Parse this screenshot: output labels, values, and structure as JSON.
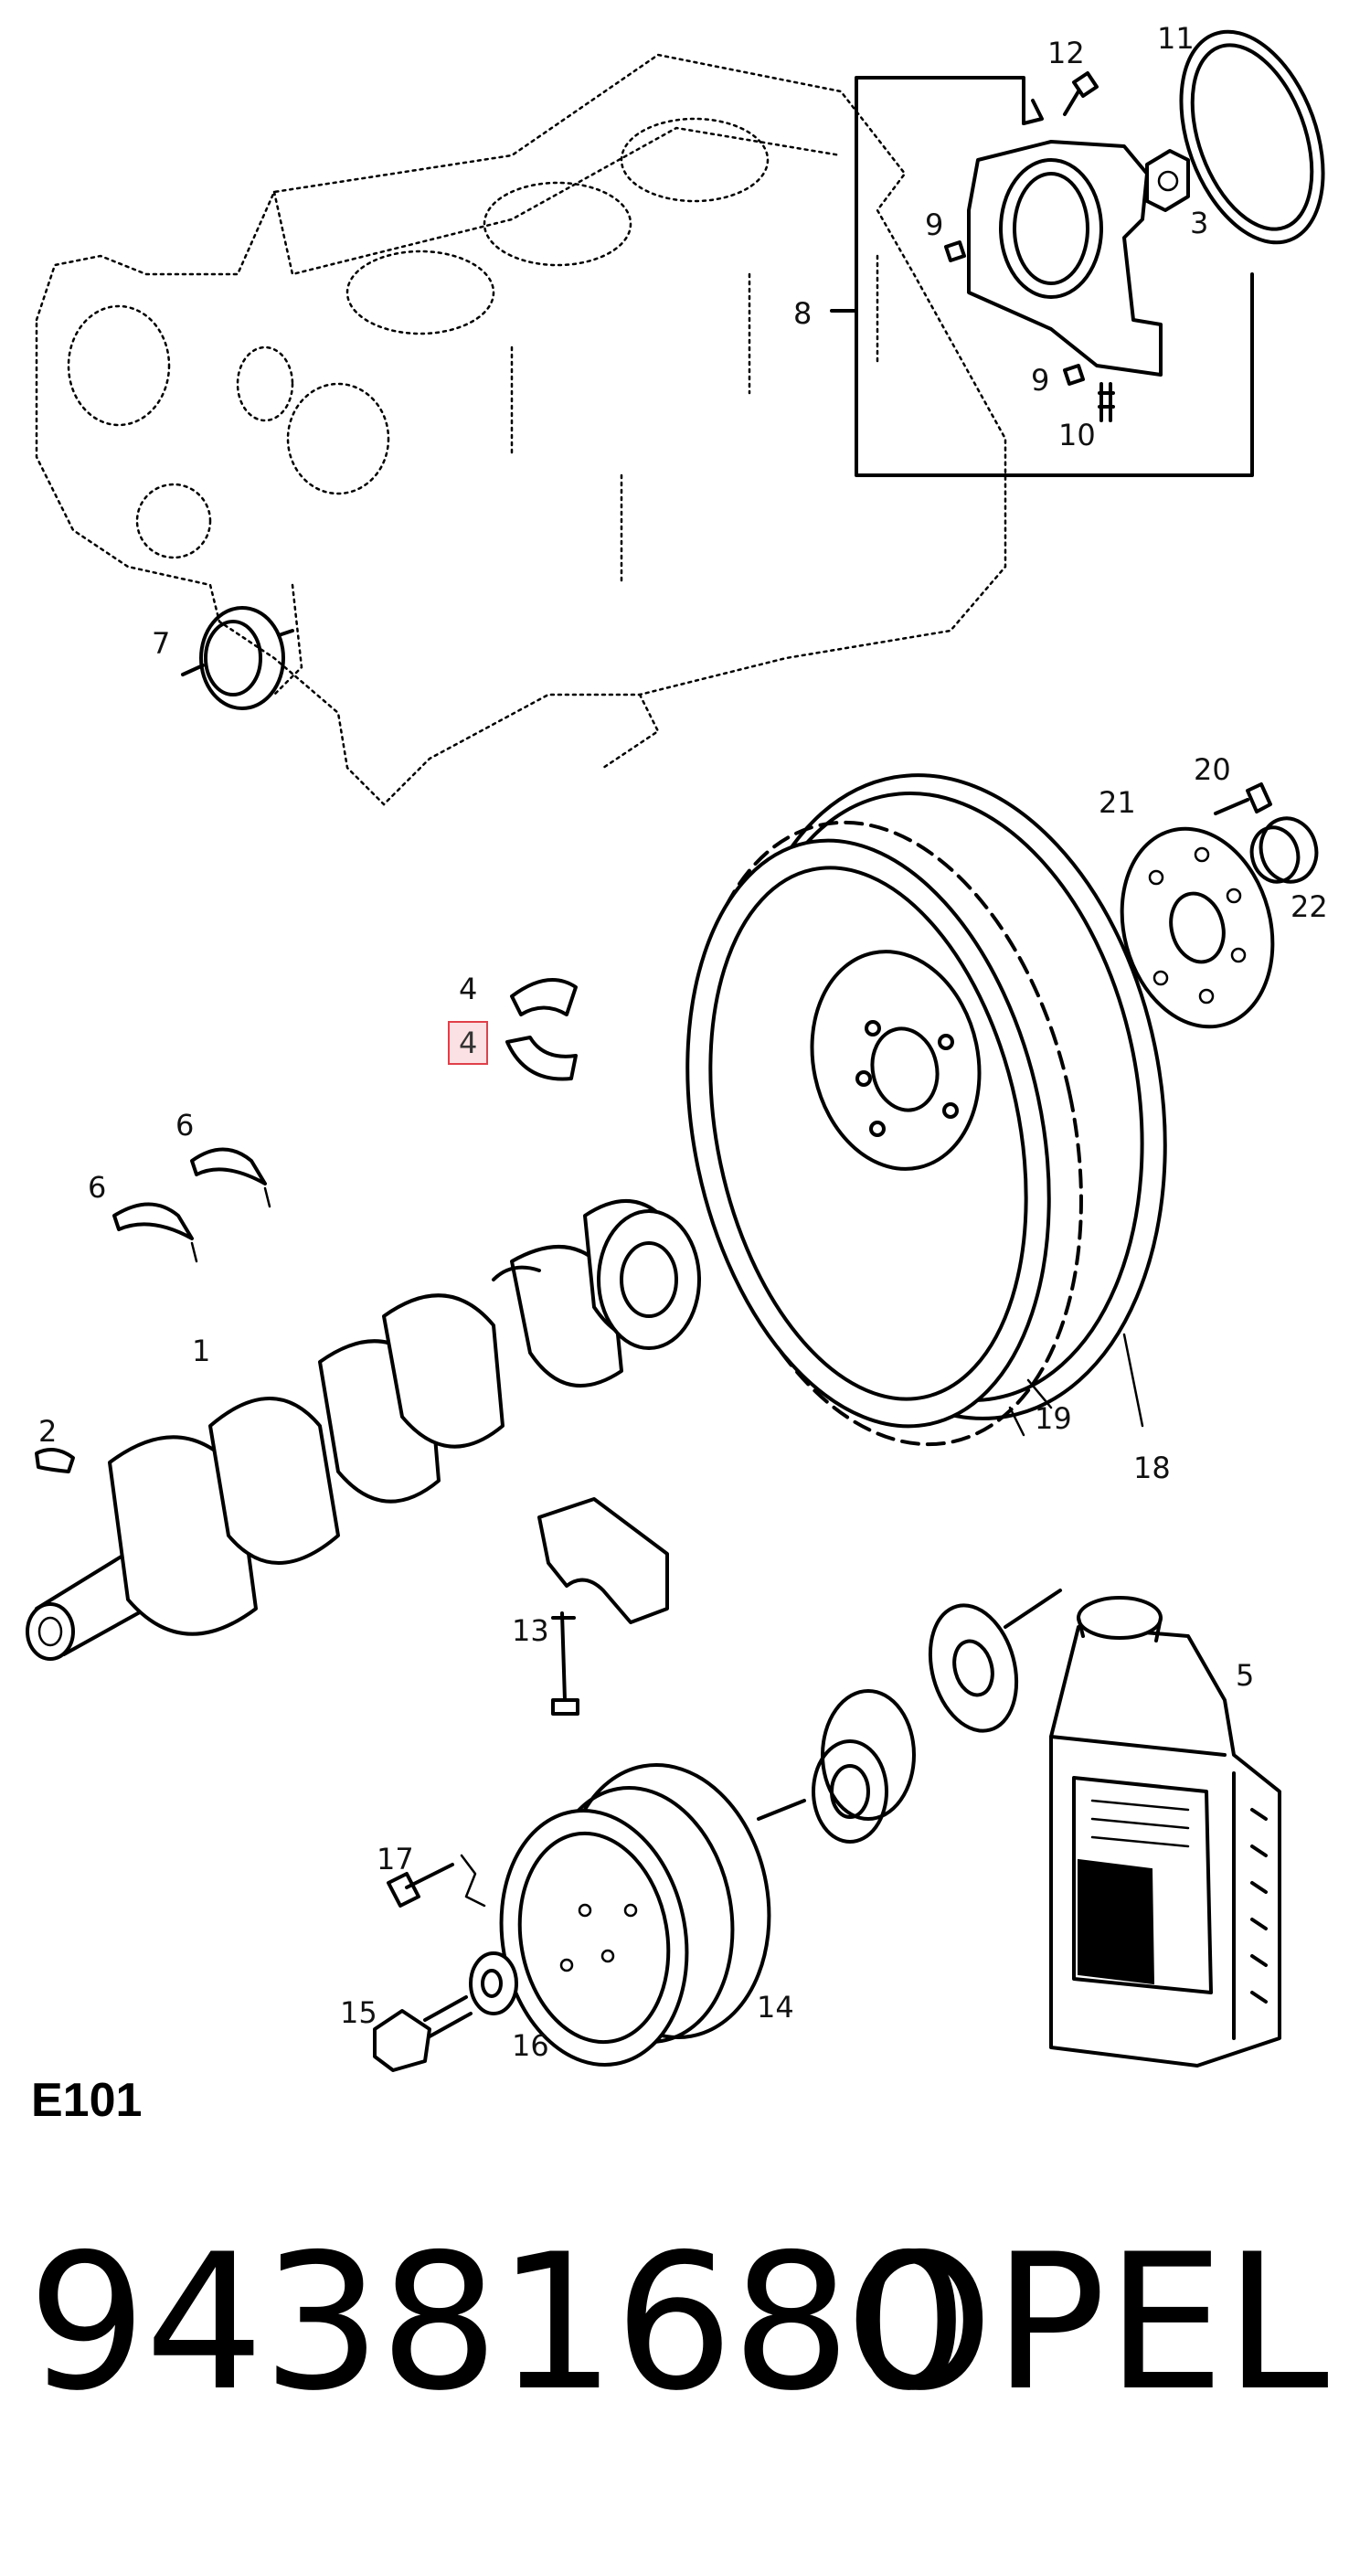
{
  "diagram": {
    "code": "E101",
    "callouts": [
      {
        "id": "c1",
        "label": "1"
      },
      {
        "id": "c2",
        "label": "2"
      },
      {
        "id": "c3",
        "label": "3"
      },
      {
        "id": "c4a",
        "label": "4"
      },
      {
        "id": "c4b",
        "label": "4",
        "highlighted": true
      },
      {
        "id": "c5",
        "label": "5"
      },
      {
        "id": "c6a",
        "label": "6"
      },
      {
        "id": "c6b",
        "label": "6"
      },
      {
        "id": "c7",
        "label": "7"
      },
      {
        "id": "c8",
        "label": "8"
      },
      {
        "id": "c9a",
        "label": "9"
      },
      {
        "id": "c9b",
        "label": "9"
      },
      {
        "id": "c10",
        "label": "10"
      },
      {
        "id": "c11",
        "label": "11"
      },
      {
        "id": "c12",
        "label": "12"
      },
      {
        "id": "c13",
        "label": "13"
      },
      {
        "id": "c14",
        "label": "14"
      },
      {
        "id": "c15",
        "label": "15"
      },
      {
        "id": "c16",
        "label": "16"
      },
      {
        "id": "c17",
        "label": "17"
      },
      {
        "id": "c18",
        "label": "18"
      },
      {
        "id": "c19",
        "label": "19"
      },
      {
        "id": "c20",
        "label": "20"
      },
      {
        "id": "c21",
        "label": "21"
      },
      {
        "id": "c22",
        "label": "22"
      }
    ],
    "highlight_color": "#e0404a"
  },
  "footer": {
    "part_number": "94381680",
    "brand": "OPEL"
  }
}
